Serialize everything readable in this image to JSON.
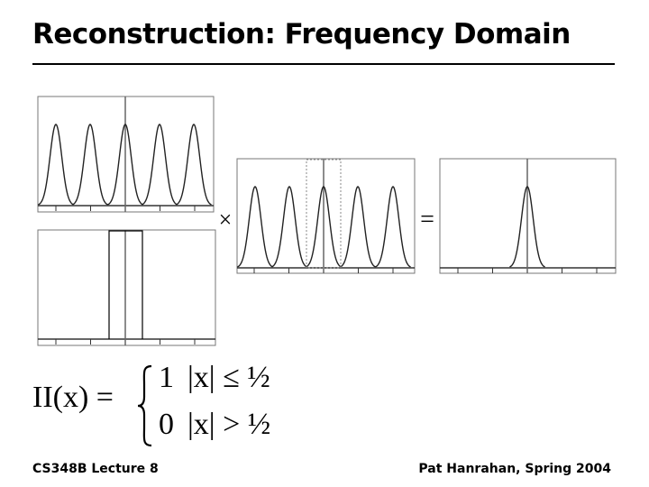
{
  "slide": {
    "title": "Reconstruction: Frequency Domain",
    "operators": {
      "times": "×",
      "equals": "="
    },
    "equation": {
      "lhs": "II(x) =",
      "cases": [
        {
          "value": "1",
          "condition": "|x| ≤ ½"
        },
        {
          "value": "0",
          "condition": "|x| > ½"
        }
      ]
    },
    "footer": {
      "left": "CS348B Lecture 8",
      "right": "Pat Hanrahan, Spring 2004"
    }
  }
}
